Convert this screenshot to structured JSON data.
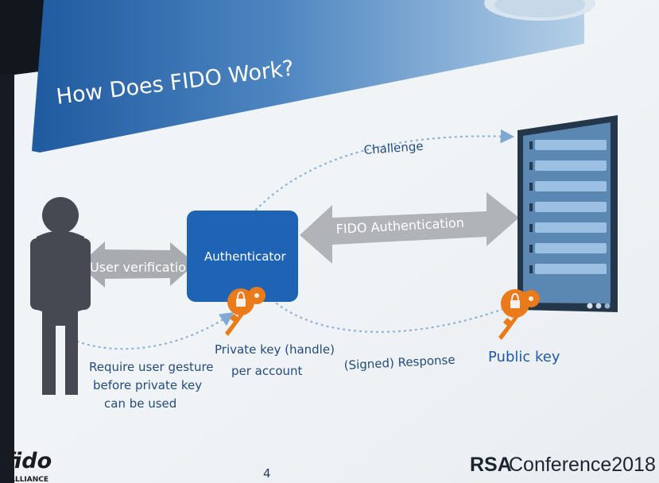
{
  "slide": {
    "title": "How Does FIDO Work?",
    "page_number": "4"
  },
  "diagram": {
    "authenticator_label": "Authenticator",
    "user_verification_label": "User verification",
    "fido_authentication_label": "FIDO Authentication",
    "challenge_label": "Challenge",
    "signed_response_label": "(Signed) Response",
    "private_key_line1": "Private key (handle)",
    "private_key_line2": "per account",
    "public_key_label": "Public key",
    "gesture_line1": "Require user gesture",
    "gesture_line2": "before private key",
    "gesture_line3": "can be used"
  },
  "branding": {
    "fido_logo": "fido",
    "fido_alliance": "ALLIANCE",
    "rsa_logo": "RSA",
    "conference_label": "Conference2018"
  },
  "colors": {
    "title_band": "#1f5aa6",
    "authenticator": "#1f64b4",
    "arrow_gray": "#a8abb0",
    "person": "#474952",
    "key_orange": "#ea7a1a",
    "server": "#5a88b3"
  },
  "icons": [
    "person-icon",
    "key-lock-icon",
    "server-icon"
  ]
}
